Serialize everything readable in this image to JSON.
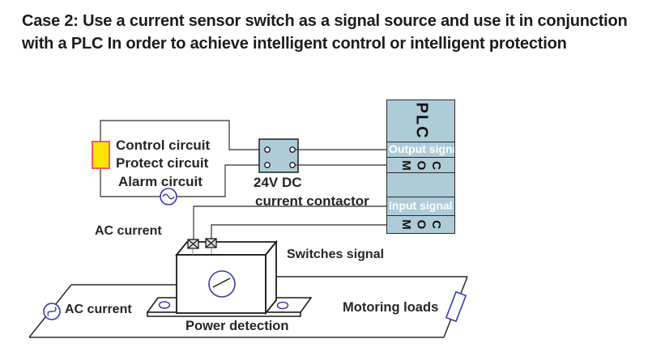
{
  "title": {
    "line1": "Case 2: Use a current sensor switch as a signal source and use it in conjunction",
    "line2": "with a PLC In order to achieve intelligent control or intelligent protection"
  },
  "control_circuit": {
    "lines": [
      "Control circuit",
      "Protect circuit",
      "Alarm circuit"
    ]
  },
  "contactor": {
    "line1": "24V DC",
    "line2": "current contactor"
  },
  "plc": {
    "title": "PLC",
    "rows": {
      "output": "Output signal",
      "com_top": "COM",
      "input": "Input signal",
      "com_bottom": "COM"
    }
  },
  "labels": {
    "ac_current_top": "AC current",
    "ac_current_bottom": "AC current",
    "switches_signal": "Switches signal",
    "motoring_loads": "Motoring loads",
    "power_detection": "Power detection"
  },
  "colors": {
    "panel_blue": "#aecbd8",
    "highlight_yellow": "#ffe505",
    "highlight_border_red": "#f25c5c",
    "component_blue": "#3a3aad",
    "wire_gray": "#4d4d4d",
    "ink": "#1c1c1c"
  }
}
